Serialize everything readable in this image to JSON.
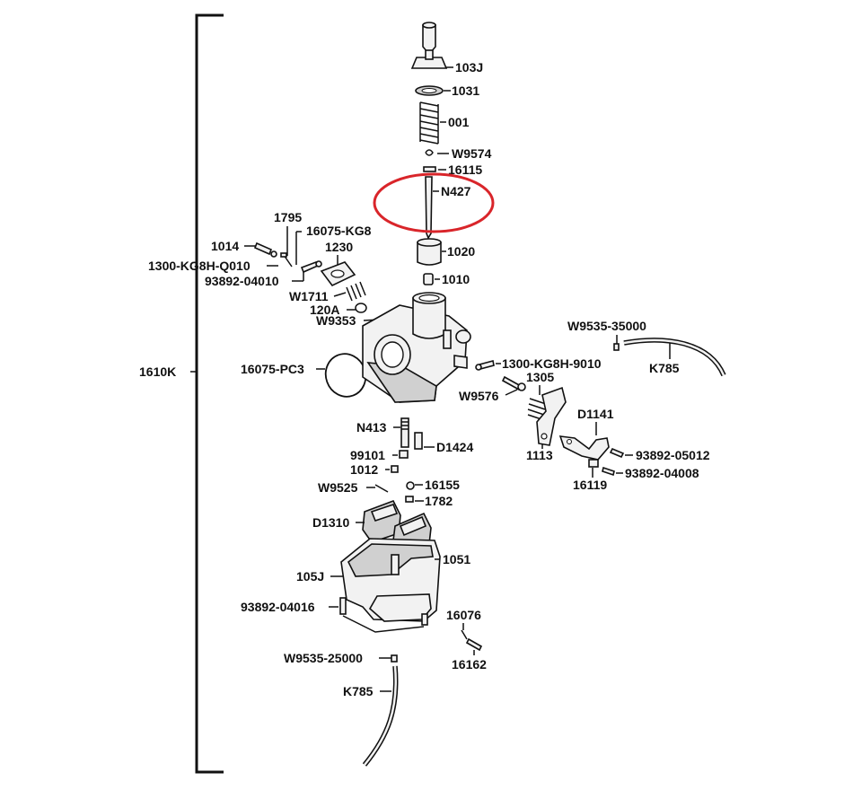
{
  "highlight_color": "#d9252a",
  "labels": {
    "assembly": "1610K",
    "p103j": "103J",
    "p1031": "1031",
    "p001": "001",
    "w9574": "W9574",
    "p16115": "16115",
    "n427": "N427",
    "p1020": "1020",
    "p1010": "1010",
    "p1795": "1795",
    "p16075kg8": "16075-KG8",
    "p1014": "1014",
    "p1230": "1230",
    "p1300kg8hq010": "1300-KG8H-Q010",
    "p93892_04010": "93892-04010",
    "w1711": "W1711",
    "p120a": "120A",
    "w9353": "W9353",
    "p16075pc3": "16075-PC3",
    "w9535_35000": "W9535-35000",
    "k785_top": "K785",
    "p1300kg8h9010": "1300-KG8H-9010",
    "p1305": "1305",
    "w9576": "W9576",
    "d1141": "D1141",
    "n413": "N413",
    "d1424": "D1424",
    "p1113": "1113",
    "p93892_05012": "93892-05012",
    "p93892_04008": "93892-04008",
    "p99101": "99101",
    "p1012": "1012",
    "p16119": "16119",
    "w9525": "W9525",
    "p16155": "16155",
    "p1782": "1782",
    "d1310": "D1310",
    "p1051": "1051",
    "p105j": "105J",
    "p93892_04016": "93892-04016",
    "p16076": "16076",
    "p16162": "16162",
    "w9535_25000": "W9535-25000",
    "k785_bottom": "K785"
  }
}
